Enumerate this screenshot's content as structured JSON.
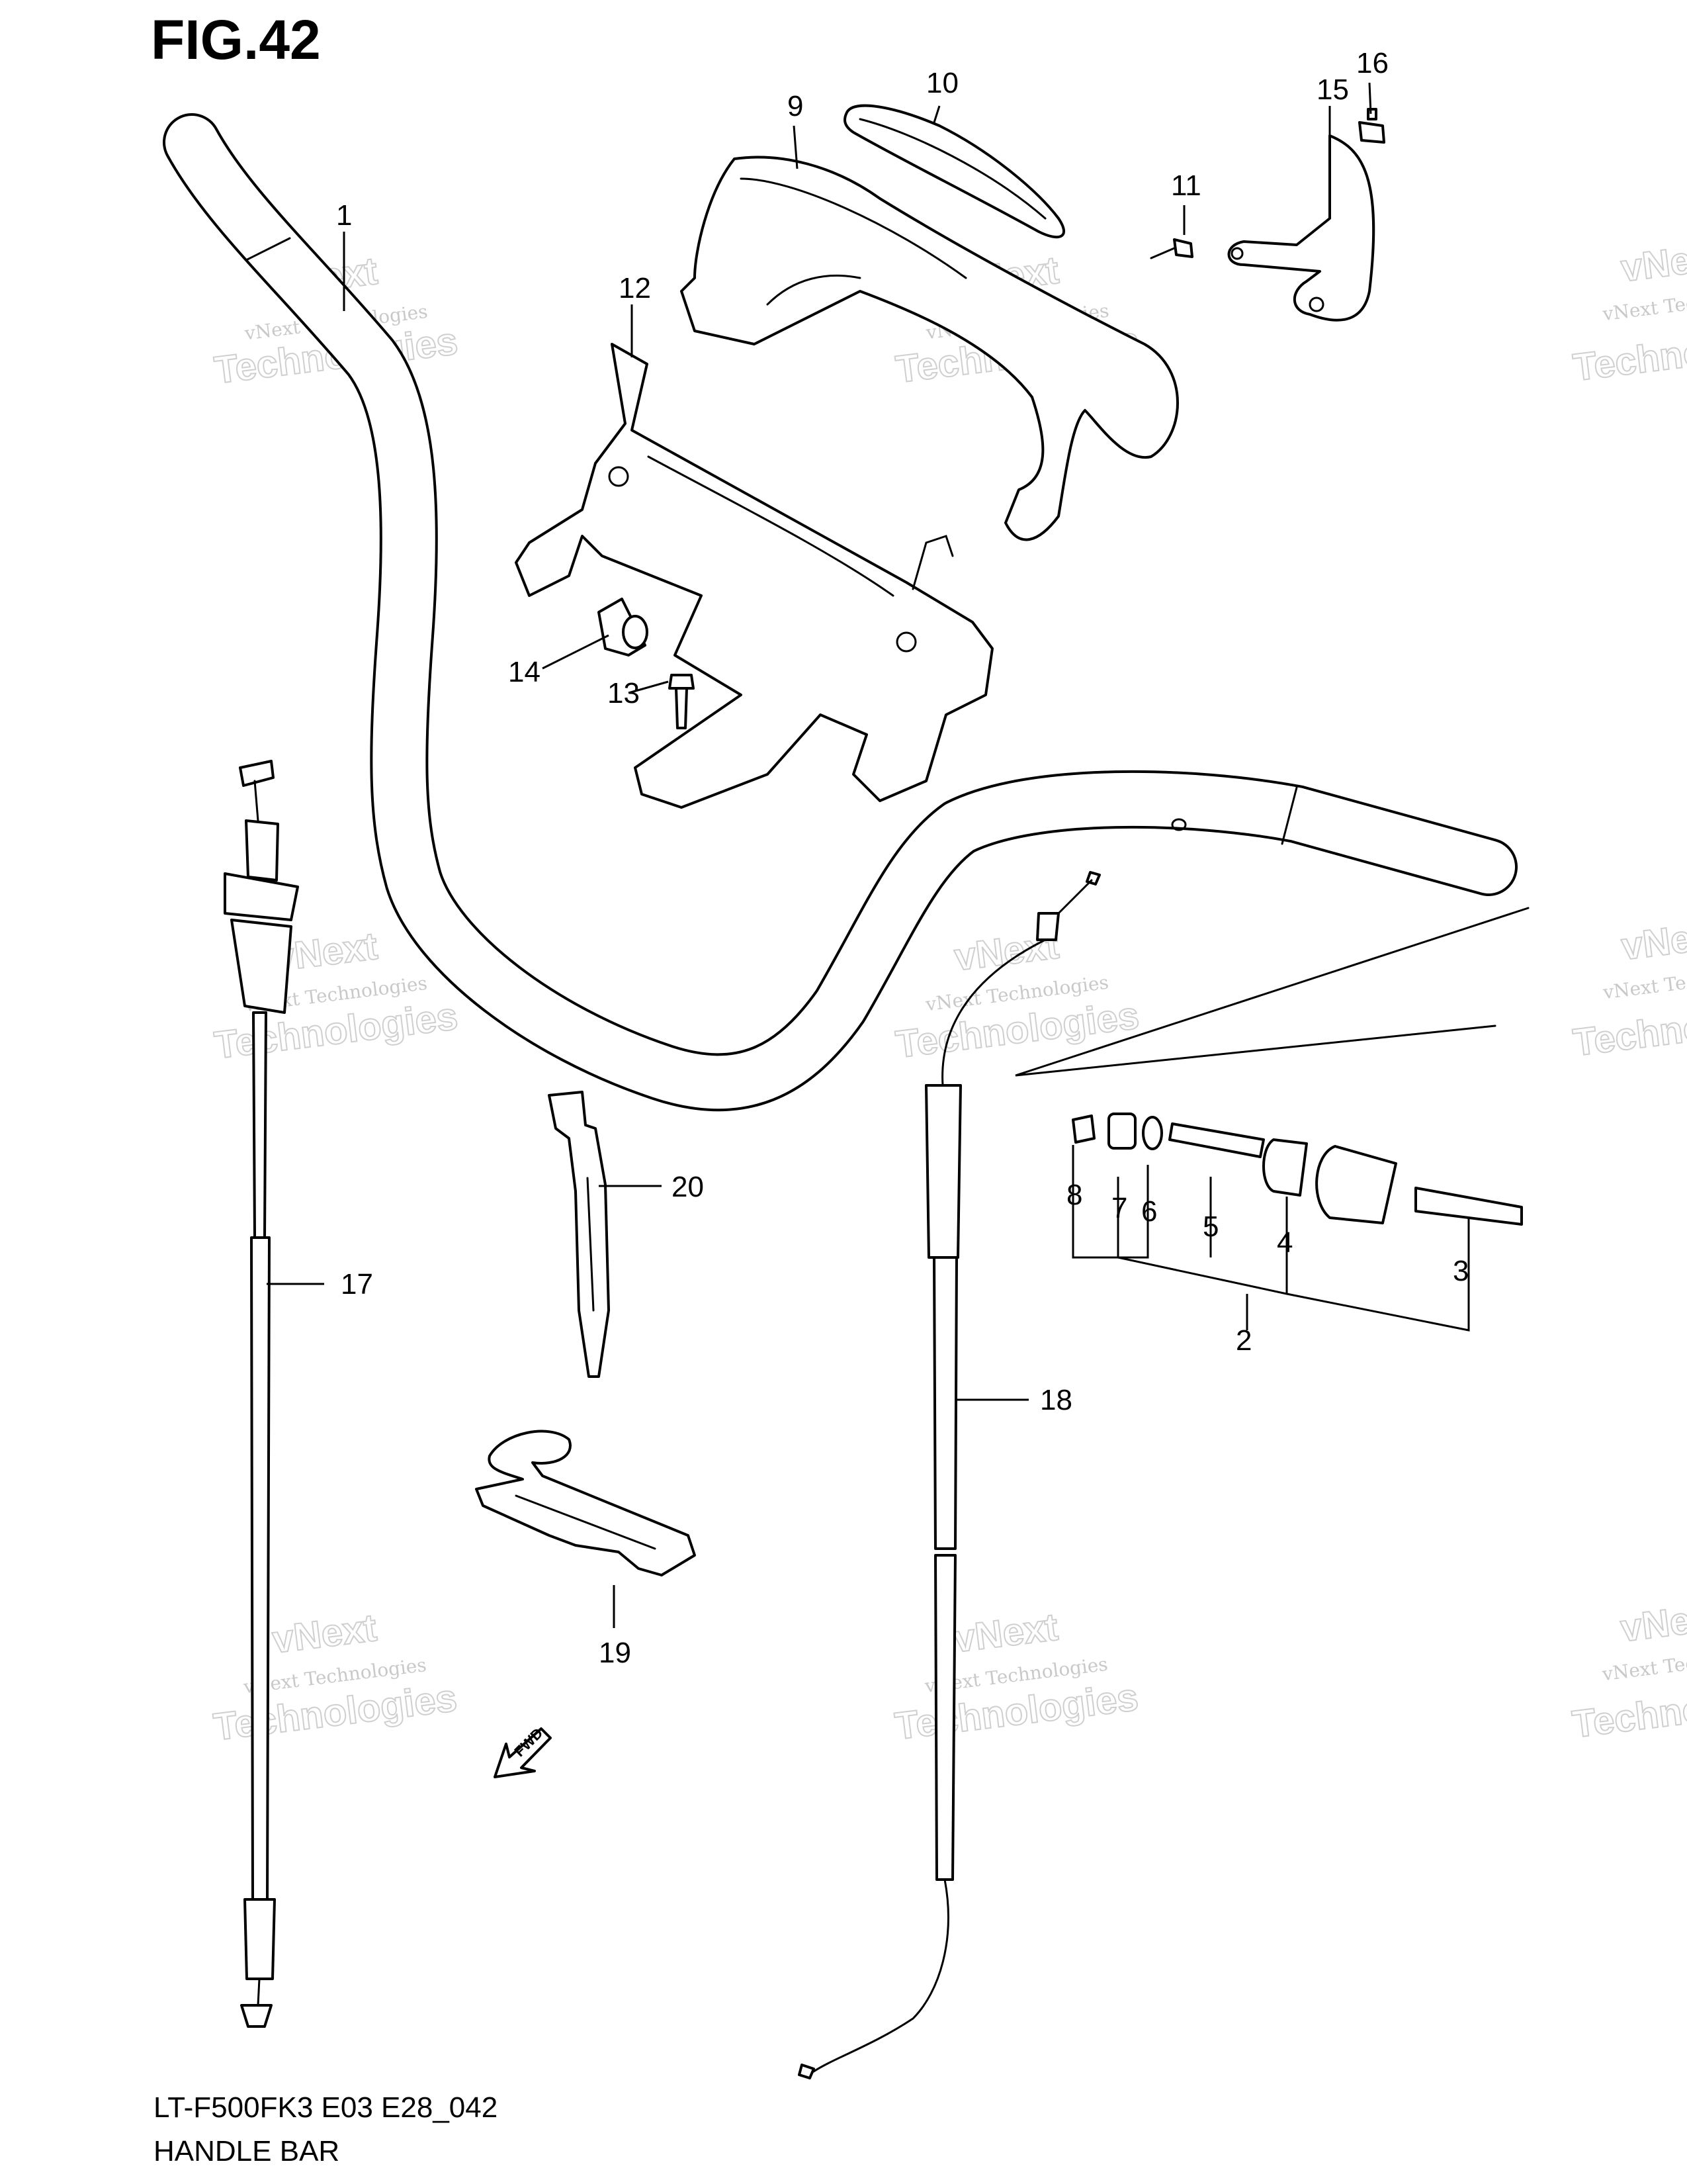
{
  "figure": {
    "title": "FIG.42"
  },
  "footer": {
    "model_code": "LT-F500FK3 E03 E28_042",
    "name": "HANDLE BAR"
  },
  "watermark": {
    "line1": "vNext Technologies",
    "line2": "vNext",
    "line3": "Technologies"
  },
  "fwd_badge": "FWD",
  "callouts": [
    {
      "label": "1"
    },
    {
      "label": "2"
    },
    {
      "label": "3"
    },
    {
      "label": "4"
    },
    {
      "label": "5"
    },
    {
      "label": "6"
    },
    {
      "label": "7"
    },
    {
      "label": "8"
    },
    {
      "label": "9"
    },
    {
      "label": "10"
    },
    {
      "label": "11"
    },
    {
      "label": "12"
    },
    {
      "label": "13"
    },
    {
      "label": "14"
    },
    {
      "label": "15"
    },
    {
      "label": "16"
    },
    {
      "label": "17"
    },
    {
      "label": "18"
    },
    {
      "label": "19"
    },
    {
      "label": "20"
    }
  ]
}
